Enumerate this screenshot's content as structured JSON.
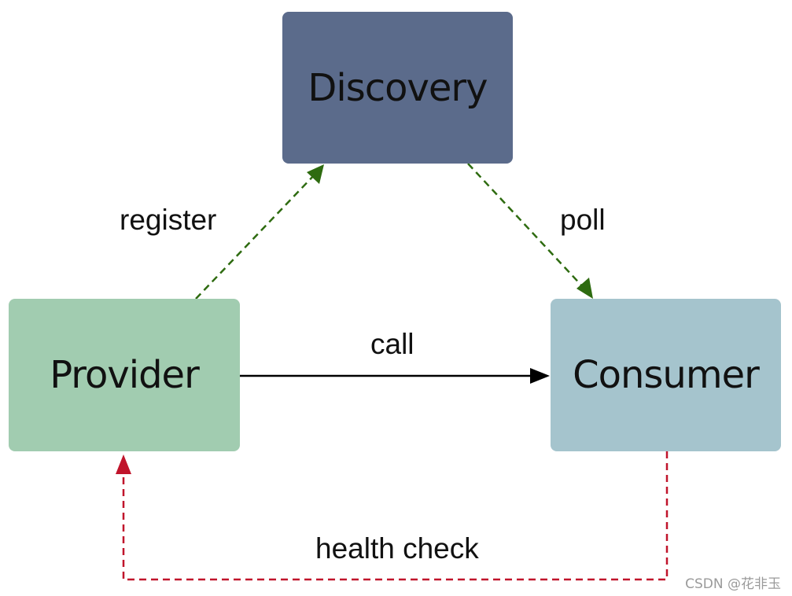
{
  "diagram": {
    "nodes": {
      "discovery": {
        "label": "Discovery",
        "fill": "#5b6b8b"
      },
      "provider": {
        "label": "Provider",
        "fill": "#a1ccb0"
      },
      "consumer": {
        "label": "Consumer",
        "fill": "#a5c4cd"
      }
    },
    "edges": {
      "register": {
        "label": "register",
        "from": "Provider",
        "to": "Discovery",
        "style": "dashed",
        "color": "#2e6b10"
      },
      "poll": {
        "label": "poll",
        "from": "Discovery",
        "to": "Consumer",
        "style": "dashed",
        "color": "#2e6b10"
      },
      "call": {
        "label": "call",
        "from": "Provider",
        "to": "Consumer",
        "style": "solid",
        "color": "#000000"
      },
      "health_check": {
        "label": "health check",
        "from": "Consumer",
        "to": "Provider",
        "style": "dashed",
        "color": "#c0142b"
      }
    }
  },
  "watermark": "CSDN @花非玉"
}
